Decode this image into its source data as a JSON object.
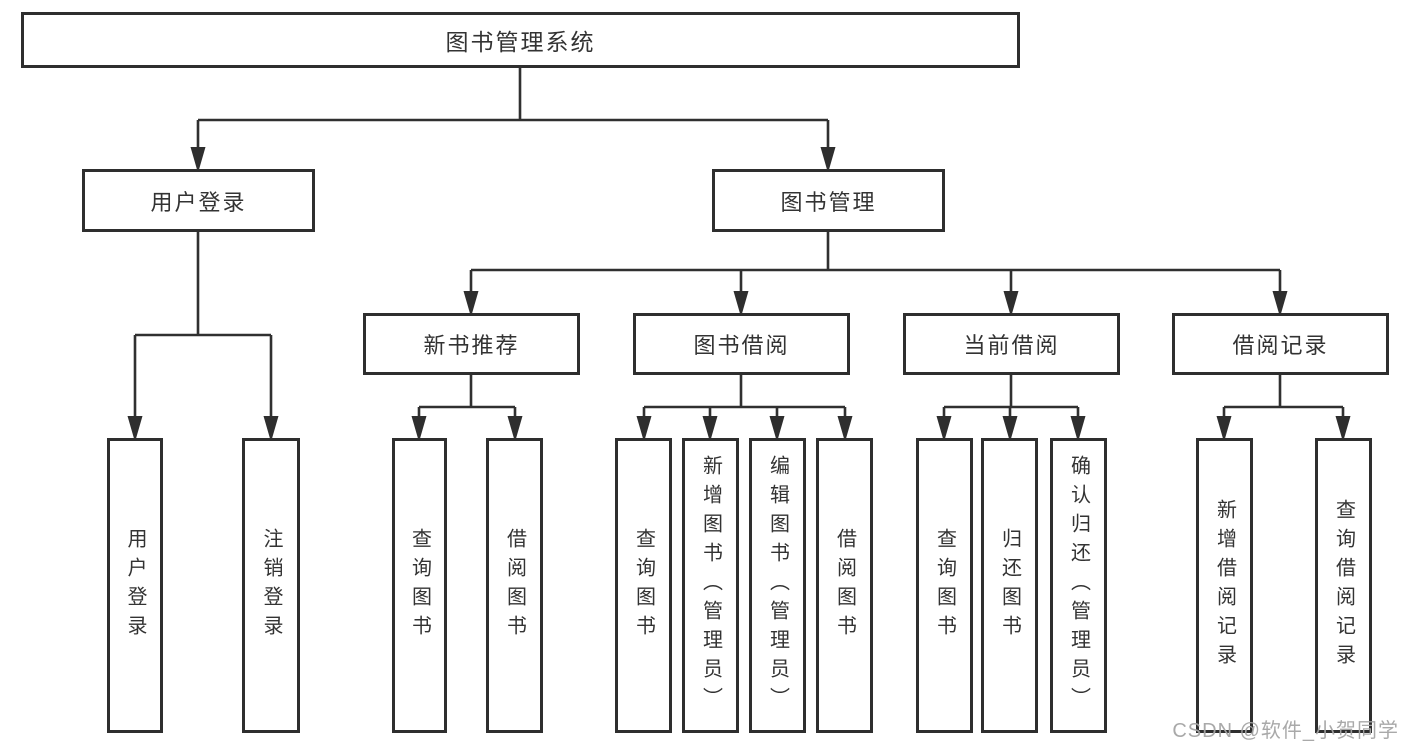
{
  "diagram": {
    "root": {
      "label": "图书管理系统"
    },
    "level2": [
      {
        "label": "用户登录"
      },
      {
        "label": "图书管理"
      }
    ],
    "level3": [
      {
        "label": "新书推荐"
      },
      {
        "label": "图书借阅"
      },
      {
        "label": "当前借阅"
      },
      {
        "label": "借阅记录"
      }
    ],
    "leaves": {
      "user_login": [
        "用户登录",
        "注销登录"
      ],
      "new_book": [
        "查询图书",
        "借阅图书"
      ],
      "book_borrow": [
        "查询图书",
        "新增图书（管理员）",
        "编辑图书（管理员）",
        "借阅图书"
      ],
      "current_borrow": [
        "查询图书",
        "归还图书",
        "确认归还（管理员）"
      ],
      "borrow_records": [
        "新增借阅记录",
        "查询借阅记录"
      ]
    },
    "colors": {
      "line": "#303030",
      "box_border": "#2e2e2e",
      "text": "#333333",
      "background": "#ffffff",
      "watermark": "#a4a4a4"
    }
  },
  "watermark": {
    "text": "CSDN @软件_小贺同学"
  }
}
